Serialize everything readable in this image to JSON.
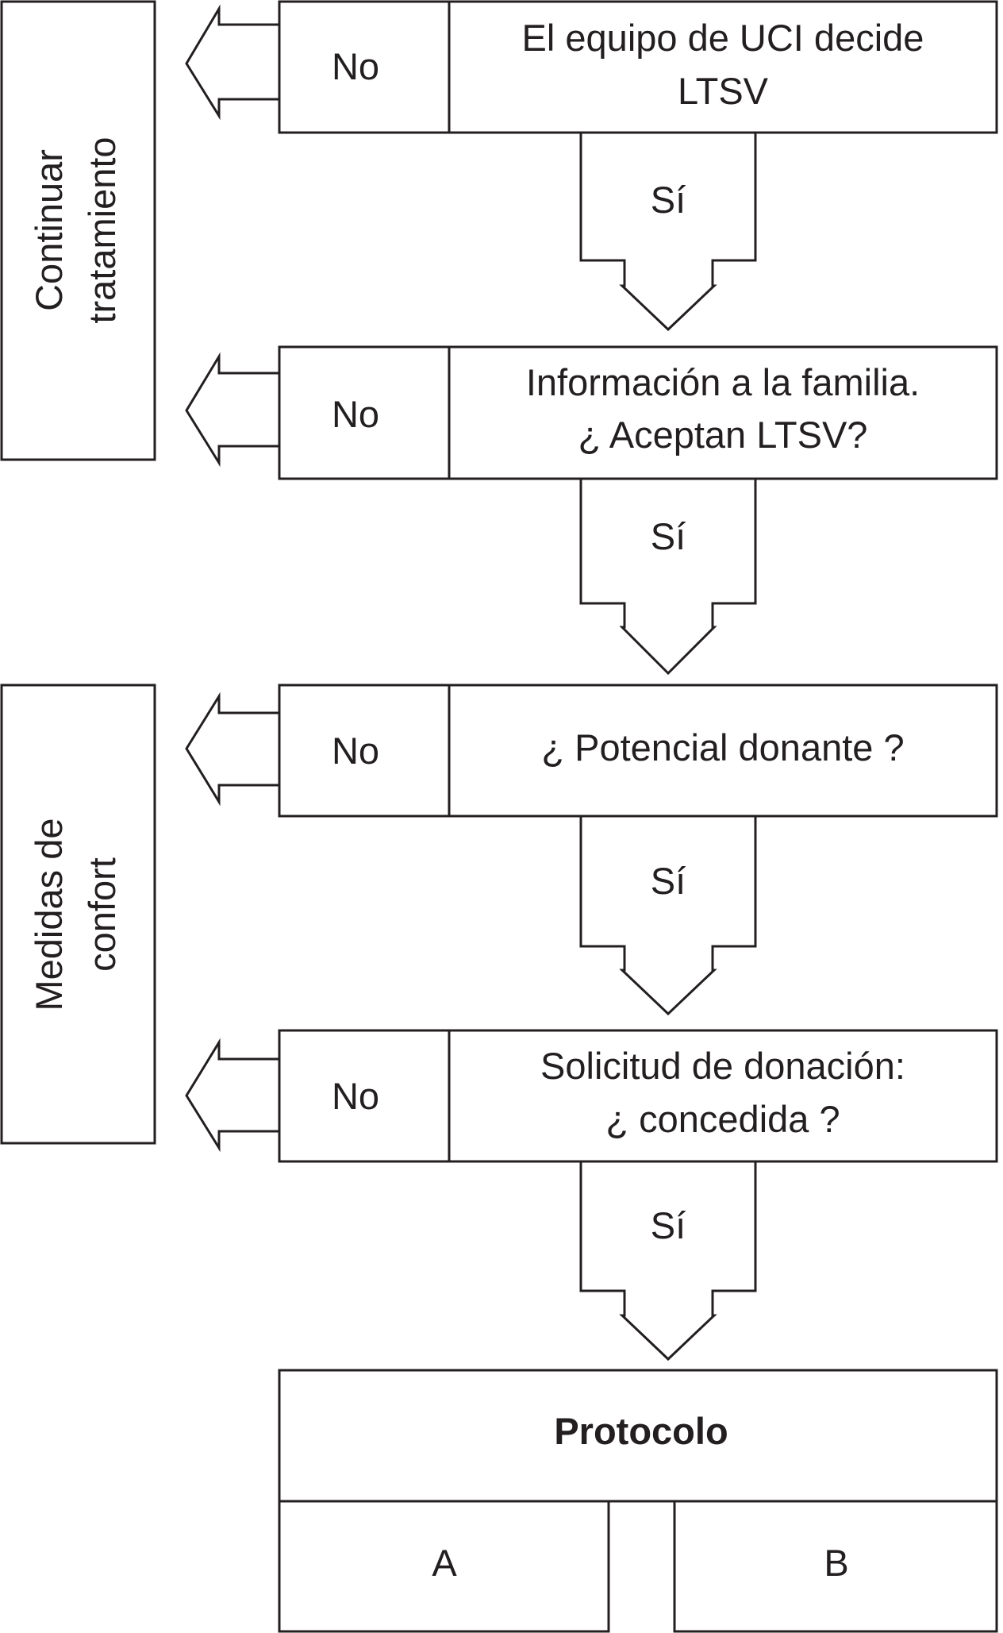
{
  "side_labels": {
    "continuar": [
      "Continuar",
      "tratamiento"
    ],
    "medidas": [
      "Medidas de",
      "confort"
    ]
  },
  "steps": [
    {
      "no": "No",
      "text": [
        "El equipo de UCI decide",
        "LTSV"
      ],
      "yes": "Sí"
    },
    {
      "no": "No",
      "text": [
        "Información a la familia.",
        "¿ Aceptan LTSV?"
      ],
      "yes": "Sí"
    },
    {
      "no": "No",
      "text": [
        "¿ Potencial donante ?"
      ],
      "yes": "Sí"
    },
    {
      "no": "No",
      "text": [
        "Solicitud de donación:",
        "¿ concedida ?"
      ],
      "yes": "Sí"
    }
  ],
  "protocol": {
    "title": "Protocolo",
    "options": [
      "A",
      "B"
    ]
  }
}
